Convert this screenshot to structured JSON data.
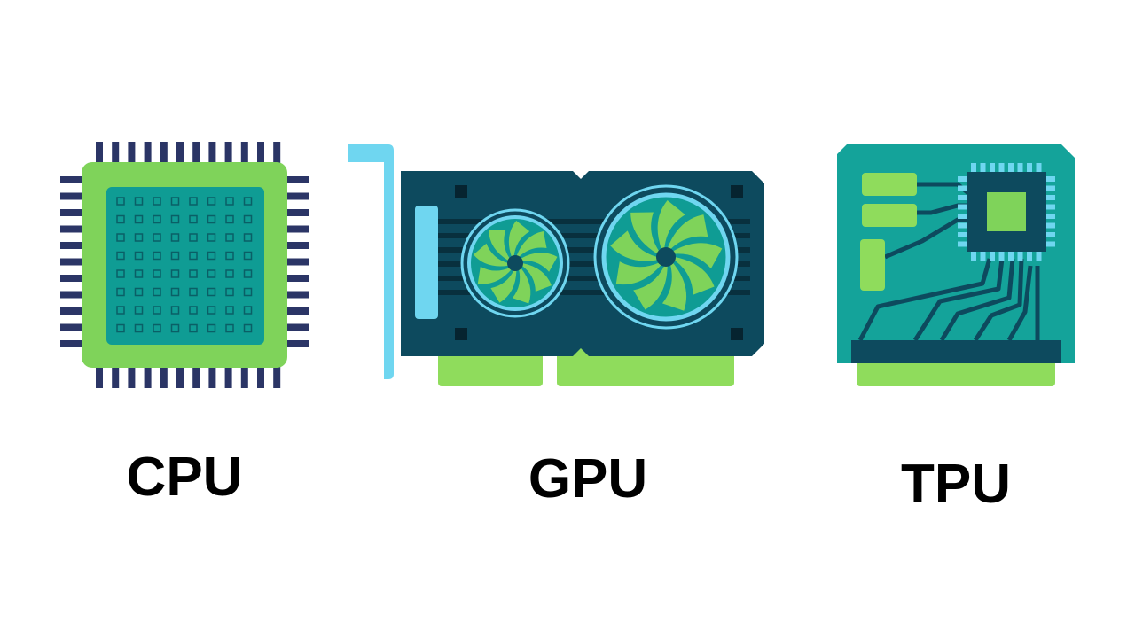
{
  "labels": {
    "cpu": "CPU",
    "gpu": "GPU",
    "tpu": "TPU"
  },
  "icons": {
    "cpu": "cpu-chip-icon",
    "gpu": "gpu-card-icon",
    "tpu": "tpu-board-icon"
  },
  "colors": {
    "background": "#ffffff",
    "text": "#000000",
    "chip_green": "#7fd35a",
    "chip_teal": "#0f9c94",
    "pin_navy": "#2b3566",
    "card_navy": "#0d4a5e",
    "bracket_cyan": "#6fd6f0",
    "board_teal": "#14a39a",
    "contact_green": "#8fdc5c"
  }
}
